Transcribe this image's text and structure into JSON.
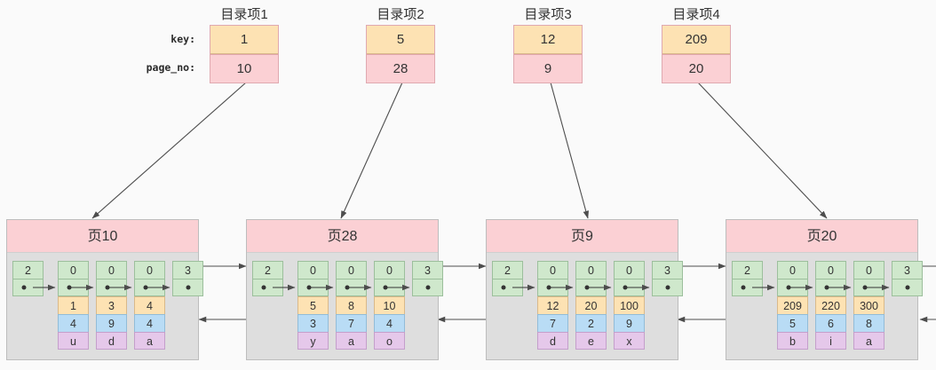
{
  "diagram": {
    "title_row_labels": {
      "key": "key:",
      "page_no": "page_no:"
    },
    "directory_entries": [
      {
        "title": "目录项1",
        "key": "1",
        "page_no": "10"
      },
      {
        "title": "目录项2",
        "key": "5",
        "page_no": "28"
      },
      {
        "title": "目录项3",
        "key": "12",
        "page_no": "9"
      },
      {
        "title": "目录项4",
        "key": "209",
        "page_no": "20"
      }
    ],
    "pages": [
      {
        "header": "页10",
        "infimum": "2",
        "supremum": "3",
        "records": [
          {
            "n": "0",
            "key": "1",
            "col2": "4",
            "col3": "u"
          },
          {
            "n": "0",
            "key": "3",
            "col2": "9",
            "col3": "d"
          },
          {
            "n": "0",
            "key": "4",
            "col2": "4",
            "col3": "a"
          }
        ]
      },
      {
        "header": "页28",
        "infimum": "2",
        "supremum": "3",
        "records": [
          {
            "n": "0",
            "key": "5",
            "col2": "3",
            "col3": "y"
          },
          {
            "n": "0",
            "key": "8",
            "col2": "7",
            "col3": "a"
          },
          {
            "n": "0",
            "key": "10",
            "col2": "4",
            "col3": "o"
          }
        ]
      },
      {
        "header": "页9",
        "infimum": "2",
        "supremum": "3",
        "records": [
          {
            "n": "0",
            "key": "12",
            "col2": "7",
            "col3": "d"
          },
          {
            "n": "0",
            "key": "20",
            "col2": "2",
            "col3": "e"
          },
          {
            "n": "0",
            "key": "100",
            "col2": "9",
            "col3": "x"
          }
        ]
      },
      {
        "header": "页20",
        "infimum": "2",
        "supremum": "3",
        "records": [
          {
            "n": "0",
            "key": "209",
            "col2": "5",
            "col3": "b"
          },
          {
            "n": "0",
            "key": "220",
            "col2": "6",
            "col3": "i"
          },
          {
            "n": "0",
            "key": "300",
            "col2": "8",
            "col3": "a"
          }
        ]
      }
    ],
    "colors": {
      "key_cell": "#fde2b3",
      "page_no_cell": "#fbd0d4",
      "page_header": "#fbd0d4",
      "page_body": "#dedede",
      "record_green": "#cfe8cc",
      "record_orange": "#fde2b3",
      "record_blue": "#b9dcf5",
      "record_purple": "#e5c8ea",
      "arrow": "#4d4d4d",
      "background": "#fafafa"
    }
  }
}
